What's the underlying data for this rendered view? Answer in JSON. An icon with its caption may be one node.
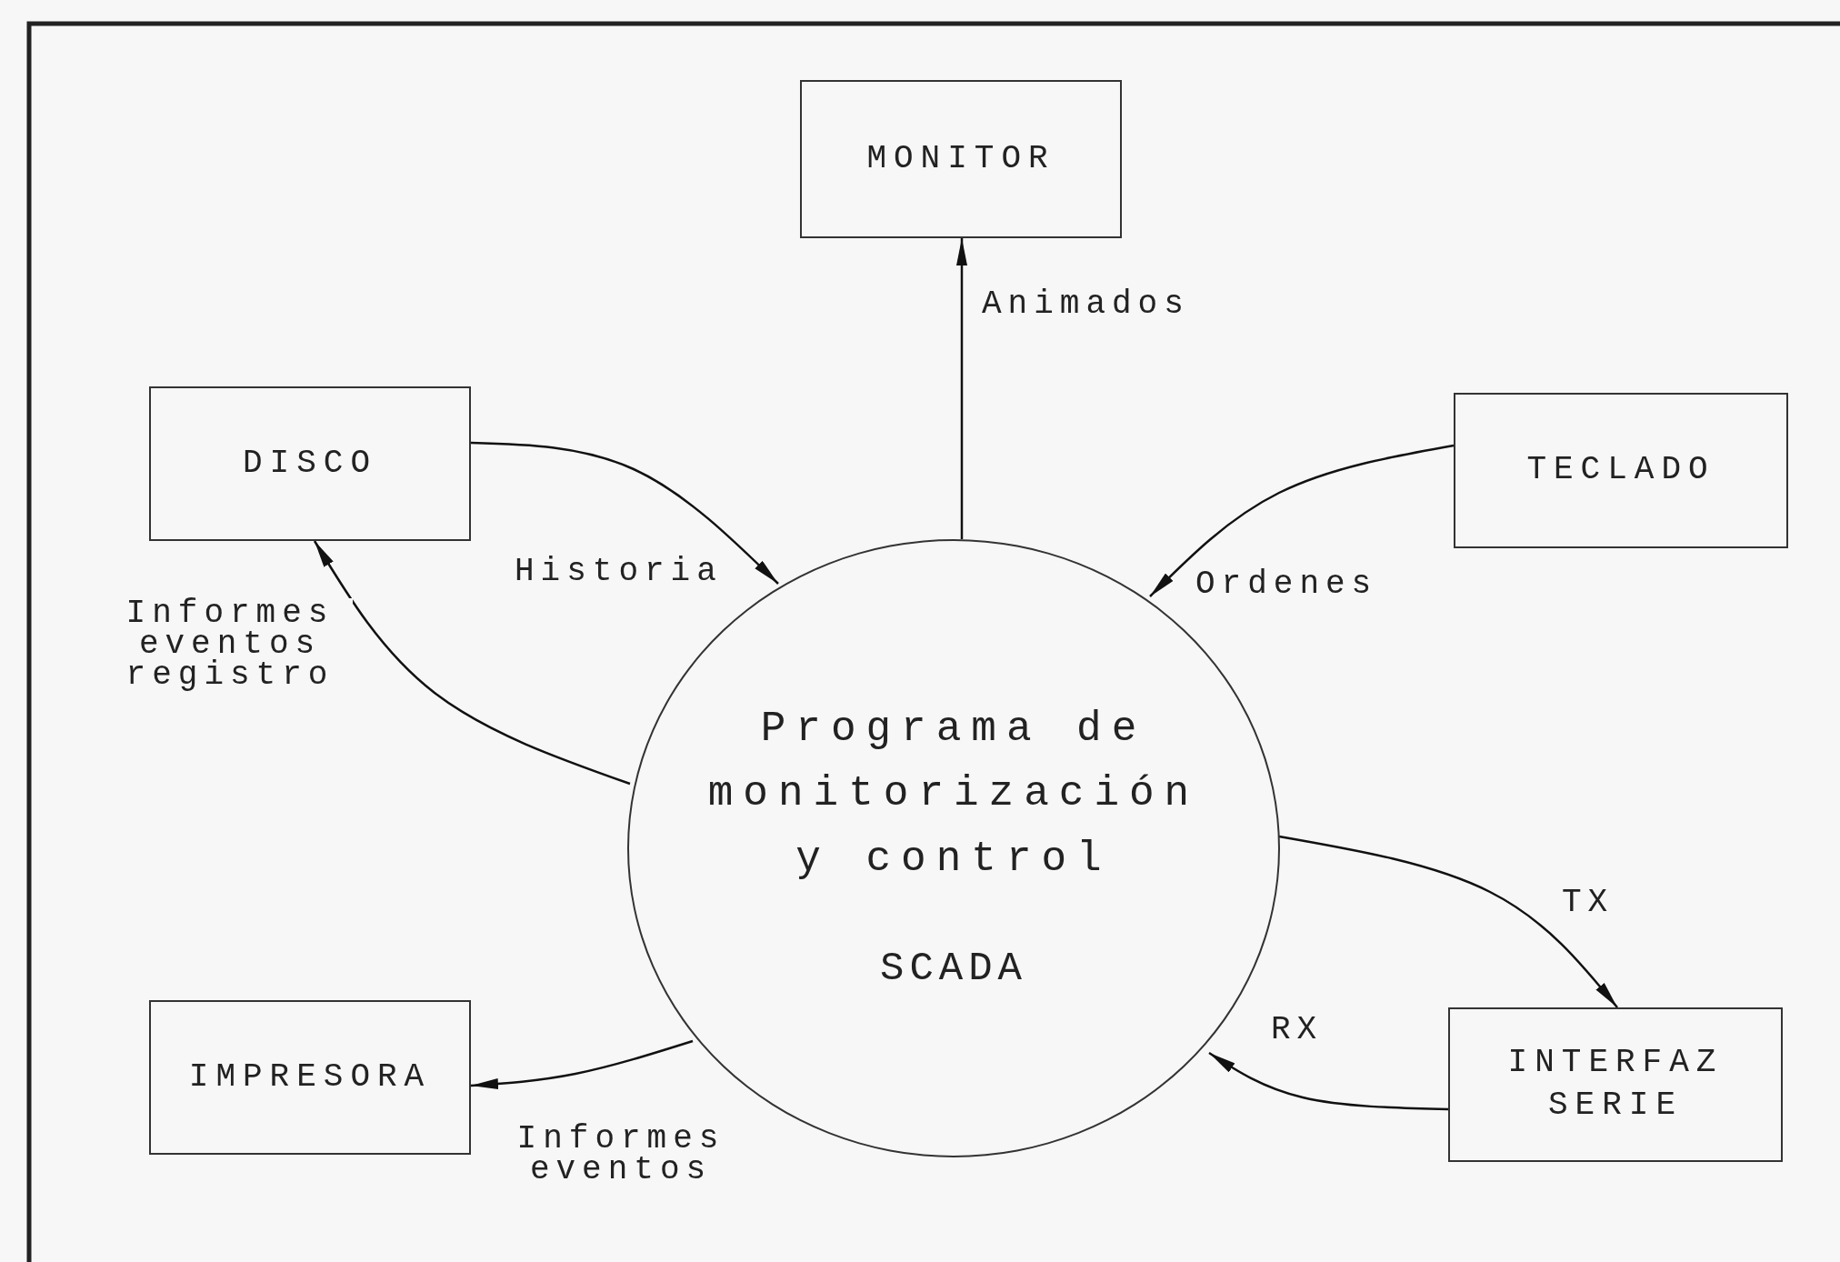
{
  "diagram": {
    "nodes": [
      {
        "text": [
          "MONITOR"
        ]
      },
      {
        "text": [
          "DISCO"
        ]
      },
      {
        "text": [
          "TECLADO"
        ]
      },
      {
        "text": [
          "Programa de monitorización y control",
          "SCADA"
        ]
      },
      {
        "text": [
          "IMPRESORA"
        ]
      },
      {
        "text": [
          "INTERFAZ SERIE"
        ]
      }
    ],
    "edges": [
      {
        "from": 3,
        "to": 0,
        "arrow": "to",
        "label": "Animados"
      },
      {
        "from": 1,
        "to": 3,
        "arrow": "to",
        "label": "Historia"
      },
      {
        "from": 3,
        "to": 1,
        "arrow": "to",
        "label": "Informes eventos registro"
      },
      {
        "from": 2,
        "to": 3,
        "arrow": "to",
        "label": "Ordenes"
      },
      {
        "from": 3,
        "to": 5,
        "arrow": "to",
        "label": "TX"
      },
      {
        "from": 5,
        "to": 3,
        "arrow": "to",
        "label": "RX"
      },
      {
        "from": 3,
        "to": 4,
        "arrow": "to",
        "label": "Informes eventos"
      }
    ]
  }
}
